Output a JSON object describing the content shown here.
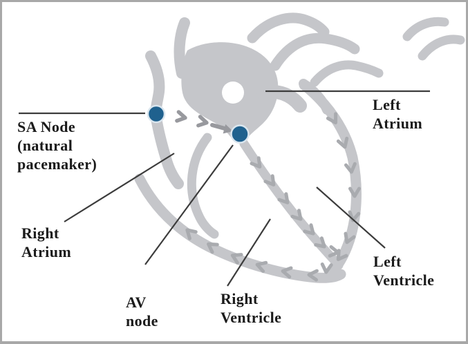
{
  "labels": {
    "sa_node": [
      "SA Node",
      "(natural",
      "pacemaker)"
    ],
    "left_atrium": [
      "Left",
      "Atrium"
    ],
    "right_atrium": [
      "Right",
      "Atrium"
    ],
    "av_node": [
      "AV",
      "node"
    ],
    "right_ventricle": [
      "Right",
      "Ventricle"
    ],
    "left_ventricle": [
      "Left",
      "Ventricle"
    ]
  },
  "nodes": {
    "sa": "SA node (natural pacemaker)",
    "av": "AV node"
  },
  "colors": {
    "heart": "#c5c6ca",
    "heart_light": "#cdced2",
    "arrows": "#a9abaf",
    "signal": "#98999e",
    "leader": "#3c3c3c",
    "text": "#1b1b1b",
    "node_fill": "#1f618e",
    "node_ring": "#d9e5ee",
    "frame_border": "#a8a8a8",
    "background": "#ffffff"
  }
}
